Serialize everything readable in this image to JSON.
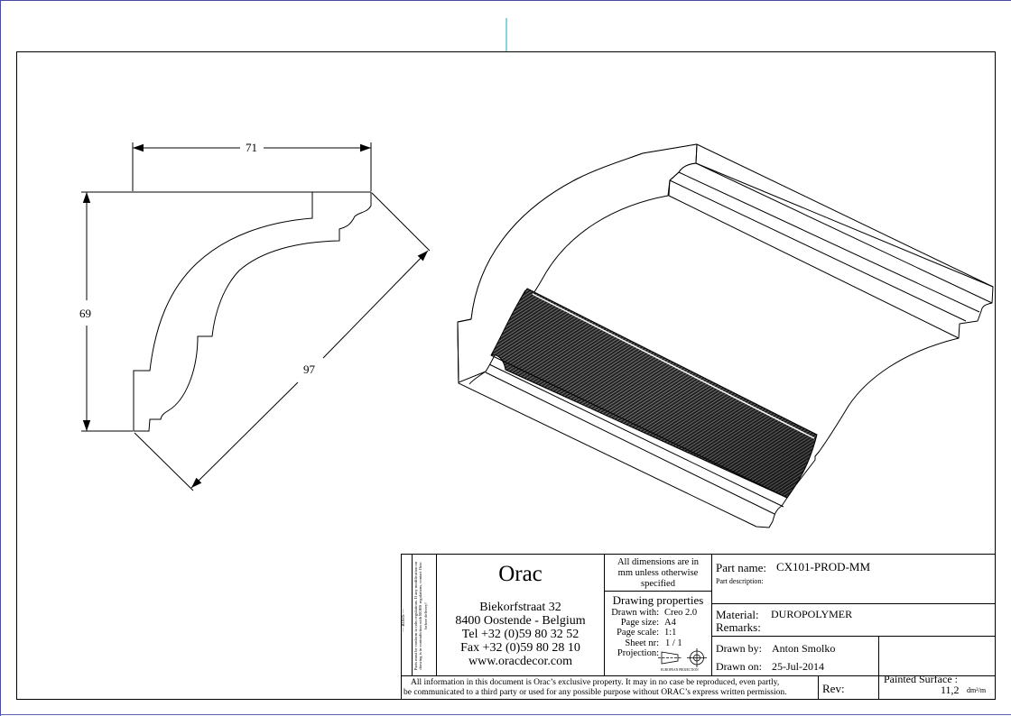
{
  "dimensions": {
    "width": "71",
    "height": "69",
    "diagonal": "97"
  },
  "title_block": {
    "company": "Orac",
    "address_line1": "Biekorfstraat 32",
    "address_line2": "8400 Oostende - Belgium",
    "tel": "Tel   +32 (0)59 80 32 52",
    "fax": "Fax  +32 (0)59 80 28 10",
    "website": "www.oracdecor.com",
    "rohs_title": "— ROHS —",
    "rohs_text": "Parts must be conform to rohs regulations. If any modification on drawing is in contradiction with ROHS regulations, contact Orac before delivery!",
    "dims_note_1": "All dimensions are in",
    "dims_note_2": "mm unless otherwise",
    "dims_note_3": "specified",
    "drawing_properties": "Drawing properties",
    "drawn_with_label": "Drawn with:",
    "drawn_with_value": "Creo 2.0",
    "page_size_label": "Page size:",
    "page_size_value": "A4",
    "page_scale_label": "Page scale:",
    "page_scale_value": "1:1",
    "sheet_nr_label": "Sheet nr:",
    "sheet_nr_value": "1 / 1",
    "projection_label": "Projection:",
    "projection_caption": "EUROPEAN PROJECTION",
    "part_name_label": "Part name:",
    "part_name_value": "CX101-PROD-MM",
    "part_description_label": "Part description:",
    "material_label": "Material:",
    "material_value": "DUROPOLYMER",
    "remarks_label": "Remarks:",
    "drawn_by_label": "Drawn by:",
    "drawn_by_value": "Anton Smolko",
    "drawn_on_label": "Drawn on:",
    "drawn_on_value": "25-Jul-2014",
    "painted_surface_label": "Painted Surface :",
    "painted_surface_value": "11,2",
    "painted_surface_unit": "dm²/m",
    "disclaimer_1": "All information in this document is Orac’s exclusive property.  It may in no case be reproduced, even partly,",
    "disclaimer_2": "be communicated to a third party or used for any possible purpose without ORAC’s express written permission.",
    "rev_label": "Rev:"
  }
}
